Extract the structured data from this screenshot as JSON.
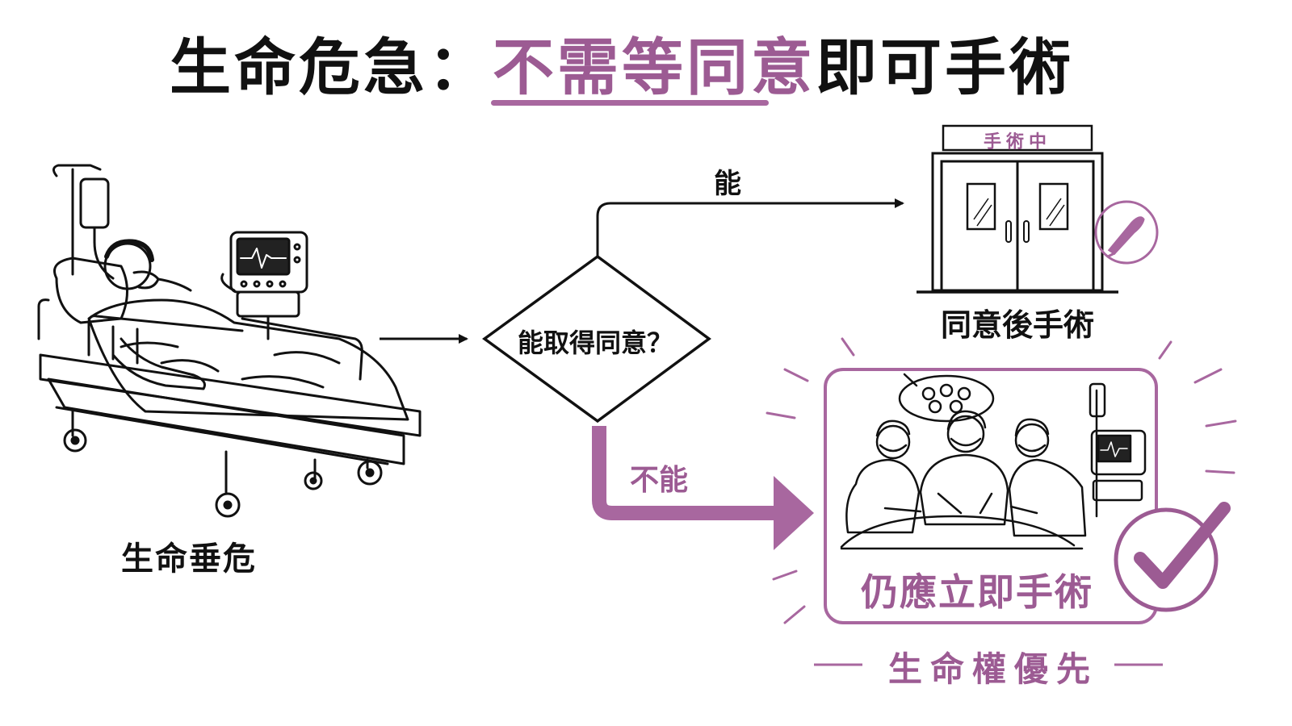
{
  "title": {
    "part1": "生命危急：",
    "highlight": "不需等同意",
    "part2": "即可手術"
  },
  "patient": {
    "label": "生命垂危"
  },
  "decision": {
    "question": "能取得同意？"
  },
  "branches": {
    "yes": "能",
    "no": "不能"
  },
  "operating_room": {
    "sign": "手術中",
    "label": "同意後手術"
  },
  "emergency": {
    "label": "仍應立即手術",
    "footer": "生命權優先"
  },
  "colors": {
    "accent": "#9c5b93",
    "ink": "#111111"
  },
  "icons": [
    "scalpel-icon",
    "checkmark-icon",
    "surgical-lamp-icon",
    "heart-monitor-icon"
  ]
}
